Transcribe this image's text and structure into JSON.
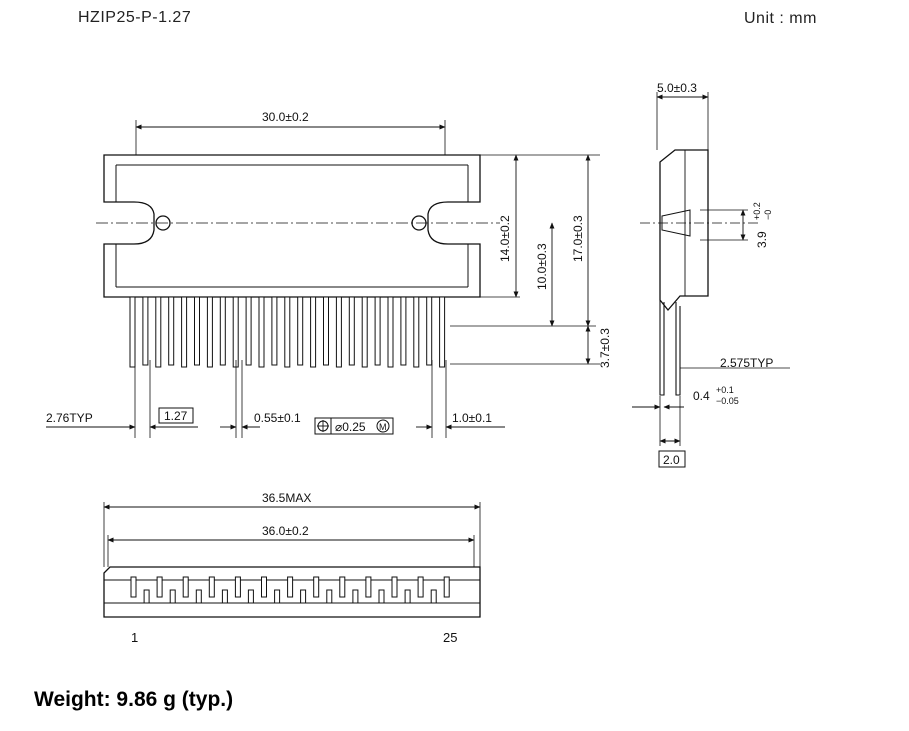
{
  "header": {
    "package_name": "HZIP25-P-1.27",
    "unit": "Unit : mm"
  },
  "front_view": {
    "width_dim": "30.0±0.2",
    "height_dim_a": "14.0±0.2",
    "height_dim_b": "10.0±0.3",
    "height_dim_c": "17.0±0.3",
    "lead_dim": "3.7±0.3",
    "pitch_typ": "2.76TYP",
    "pitch_box": "1.27",
    "lead_width": "0.55±0.1",
    "position_tol": "⌀0.25",
    "mmc_symbol": "M",
    "lead_offset": "1.0±0.1"
  },
  "side_view": {
    "thickness_dim": "5.0±0.3",
    "hole_dim": "3.9",
    "hole_tol_plus": "+0.2",
    "hole_tol_minus": "−0",
    "lead_dim": "2.575TYP",
    "lead_thickness": "0.4",
    "lead_tol_plus": "+0.1",
    "lead_tol_minus": "−0.05",
    "pitch_box": "2.0"
  },
  "bottom_view": {
    "max_dim": "36.5MAX",
    "length_dim": "36.0±0.2",
    "pin_first": "1",
    "pin_last": "25"
  },
  "footer": {
    "weight": "Weight: 9.86 g (typ.)"
  }
}
